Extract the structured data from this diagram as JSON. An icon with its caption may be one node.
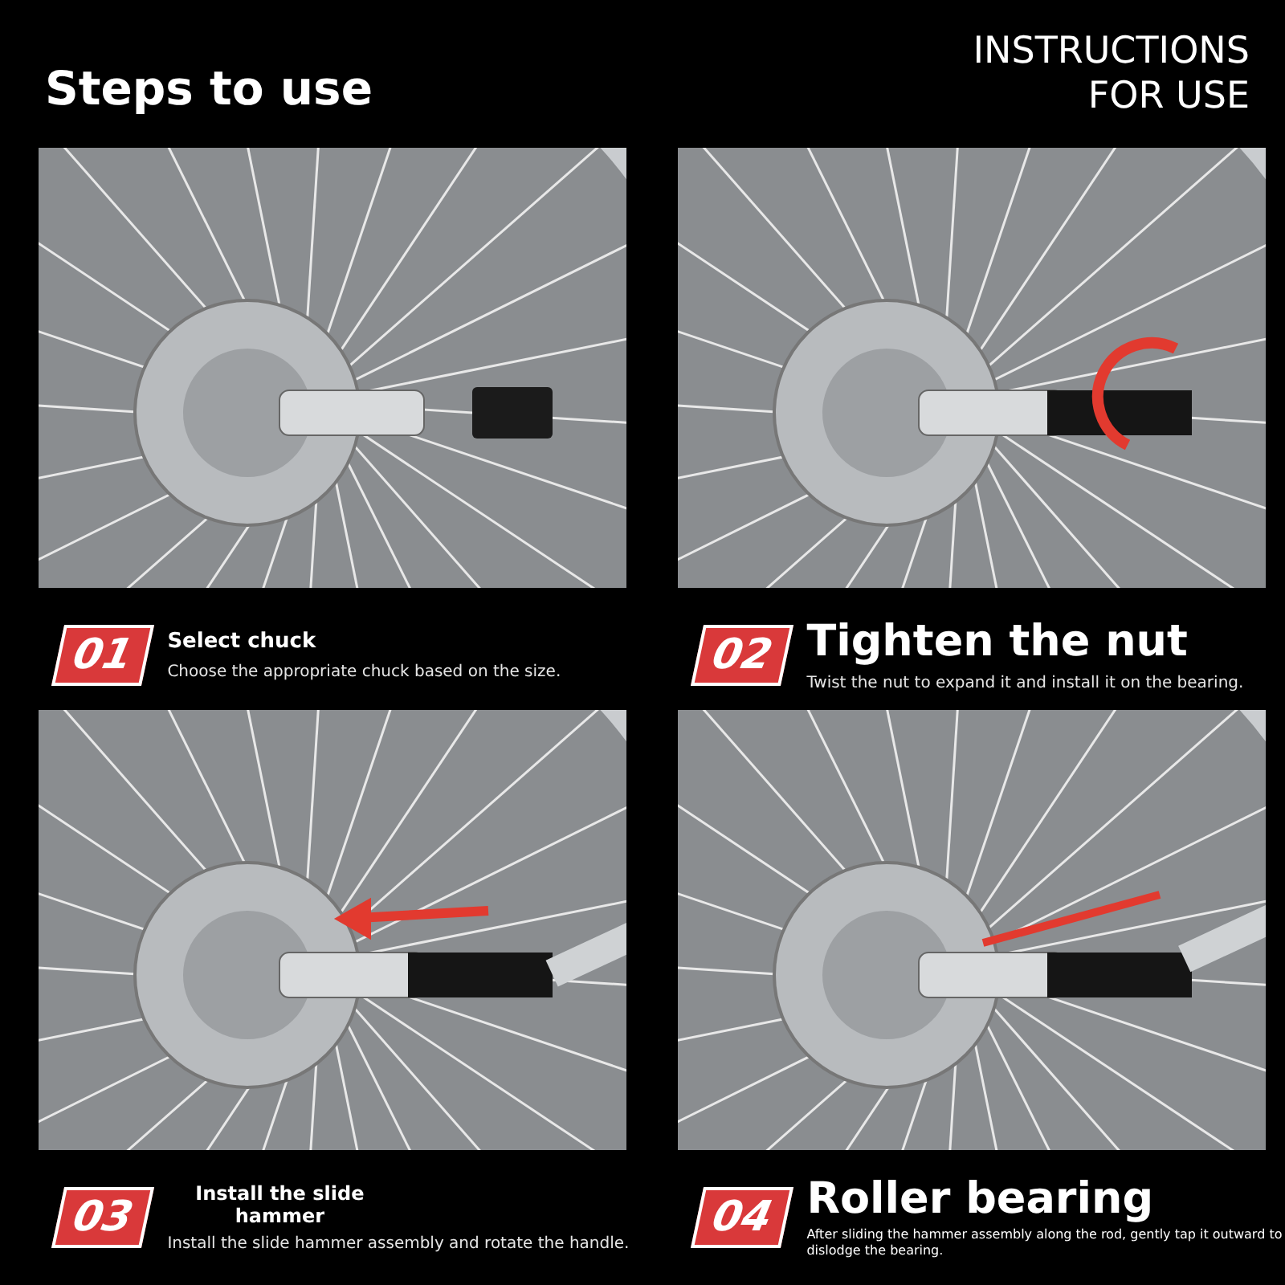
{
  "diagram": {
    "title": "Steps to use",
    "labels": [
      "INSTRUCTIONS FOR USE",
      "01",
      "Select chuck",
      "Choose the appropriate chuck based on the size.",
      "02",
      "Tighten the nut",
      "Twist the nut to expand it and install it on the bearing.",
      "03",
      "Install the slide hammer",
      "Install the slide hammer assembly and rotate the handle.",
      "04",
      "Roller bearing",
      "After sliding the hammer assembly along the rod, gently tap it outward to dislodge the bearing."
    ]
  }
}
